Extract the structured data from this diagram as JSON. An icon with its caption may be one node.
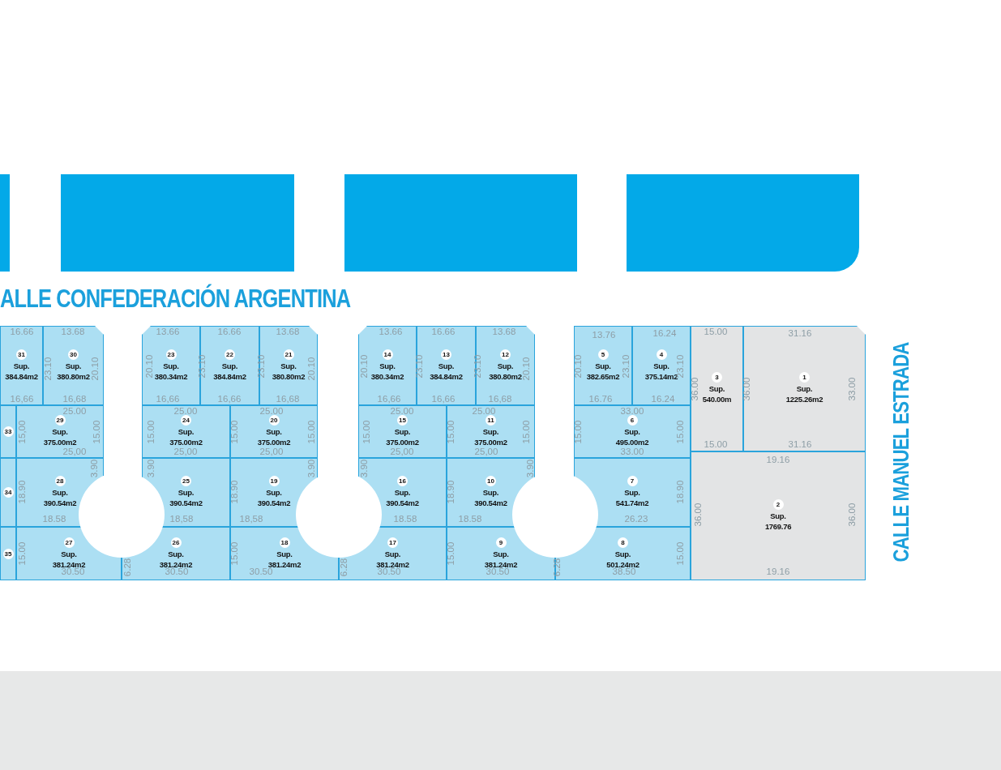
{
  "diagram": {
    "nodes": [
      {
        "text": [
          "31",
          "Sup. 384.84m2"
        ]
      },
      {
        "text": [
          "30",
          "Sup. 380.80m2"
        ]
      },
      {
        "text": [
          "23",
          "Sup. 380.34m2"
        ]
      },
      {
        "text": [
          "22",
          "Sup. 384.84m2"
        ]
      },
      {
        "text": [
          "21",
          "Sup. 380.80m2"
        ]
      },
      {
        "text": [
          "14",
          "Sup. 380.34m2"
        ]
      },
      {
        "text": [
          "13",
          "Sup. 384.84m2"
        ]
      },
      {
        "text": [
          "12",
          "Sup. 380.80m2"
        ]
      },
      {
        "text": [
          "5",
          "Sup. 382.65m2"
        ]
      },
      {
        "text": [
          "4",
          "Sup. 375.14m2"
        ]
      },
      {
        "text": [
          "3",
          "Sup. 540.00m"
        ]
      },
      {
        "text": [
          "1",
          "Sup. 1225.26m2"
        ]
      },
      {
        "text": [
          "33"
        ]
      },
      {
        "text": [
          "29",
          "Sup. 375.00m2"
        ]
      },
      {
        "text": [
          "24",
          "Sup. 375.00m2"
        ]
      },
      {
        "text": [
          "20",
          "Sup. 375.00m2"
        ]
      },
      {
        "text": [
          "15",
          "Sup. 375.00m2"
        ]
      },
      {
        "text": [
          "11",
          "Sup. 375.00m2"
        ]
      },
      {
        "text": [
          "6",
          "Sup. 495.00m2"
        ]
      },
      {
        "text": [
          "34"
        ]
      },
      {
        "text": [
          "28",
          "Sup. 390.54m2"
        ]
      },
      {
        "text": [
          "25",
          "Sup. 390.54m2"
        ]
      },
      {
        "text": [
          "19",
          "Sup. 390.54m2"
        ]
      },
      {
        "text": [
          "16",
          "Sup. 390.54m2"
        ]
      },
      {
        "text": [
          "10",
          "Sup. 390.54m2"
        ]
      },
      {
        "text": [
          "7",
          "Sup. 541.74m2"
        ]
      },
      {
        "text": [
          "2",
          "Sup. 1769.76"
        ]
      },
      {
        "text": [
          "35"
        ]
      },
      {
        "text": [
          "27",
          "Sup. 381.24m2"
        ]
      },
      {
        "text": [
          "26",
          "Sup. 381.24m2"
        ]
      },
      {
        "text": [
          "18",
          "Sup. 381.24m2"
        ]
      },
      {
        "text": [
          "17",
          "Sup. 381.24m2"
        ]
      },
      {
        "text": [
          "9",
          "Sup. 381.24m2"
        ]
      },
      {
        "text": [
          "8",
          "Sup. 501.24m2"
        ]
      }
    ],
    "labels": [
      "ALLE CONFEDERACIÓN ARGENTINA",
      "CALLE MANUEL ESTRADA",
      "16.66",
      "13.68",
      "23.10",
      "20.10",
      "16,66",
      "16,68",
      "13.66",
      "16.66",
      "13.68",
      "20.10",
      "23.10",
      "23.10",
      "20.10",
      "16,66",
      "16,66",
      "16,68",
      "13.66",
      "16.66",
      "13.68",
      "20.10",
      "23.10",
      "23.10",
      "20.10",
      "16,66",
      "16,66",
      "16,68",
      "13.76",
      "16.24",
      "20.10",
      "23.10",
      "23.10",
      "16.76",
      "16.24",
      "15.00",
      "31.16",
      "36.00",
      "36.00",
      "33.00",
      "15.00",
      "31.16",
      "25.00",
      "15,00",
      "15.00",
      "25,00",
      "25.00",
      "15.00",
      "15.00",
      "25,00",
      "25.00",
      "15.00",
      "25,00",
      "25.00",
      "15.00",
      "15.00",
      "25,00",
      "25.00",
      "15.00",
      "25,00",
      "33.00",
      "15.00",
      "15.00",
      "33.00",
      "19.16",
      "3.90",
      "18.90",
      "18.58",
      "3.90",
      "18.90",
      "18,58",
      "18,58",
      "3.90",
      "3.90",
      "18.90",
      "18.58",
      "18.58",
      "3.90",
      "18.90",
      "26.23",
      "36.00",
      "36.00",
      "15.00",
      "30.50",
      "6.28",
      "30.50",
      "15.00",
      "30.50",
      "6.28",
      "30.50",
      "15.00",
      "30.50",
      "6.28",
      "38.50",
      "15.00",
      "19.16"
    ]
  }
}
